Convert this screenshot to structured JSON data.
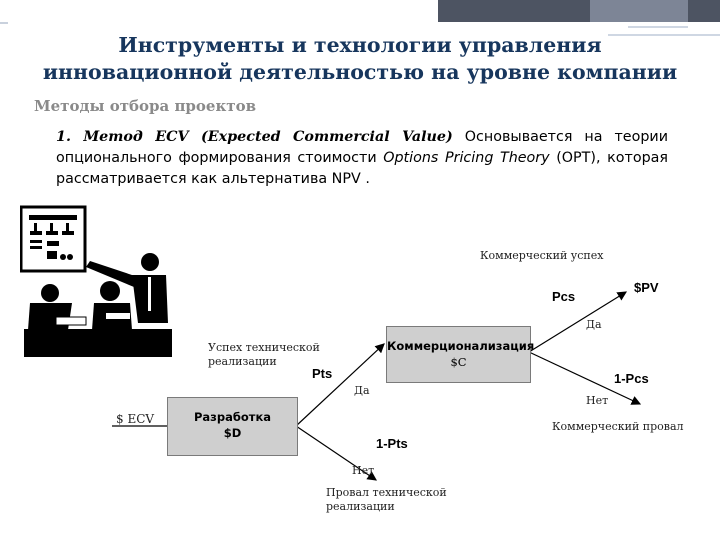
{
  "slide": {
    "title_line1": "Инструменты и технологии управления",
    "title_line2": "инновационной деятельностью на уровне компании",
    "subtitle": "Методы отбора проектов",
    "paragraph": {
      "lead": "1. Метод ECV (Expected Commercial Value)",
      "text1": " Основывается на теории опционального формирования стоимости ",
      "italic": "Options Pricing Theory",
      "text2": " (OPT), которая рассматривается как альтернатива NPV ."
    }
  },
  "diagram": {
    "start_label": "$ ECV",
    "dev_box": {
      "title": "Разработка",
      "value": "$D"
    },
    "comm_box": {
      "title": "Коммерционализация",
      "value": "$C"
    },
    "tech_success": {
      "line1": "Успех технической",
      "line2": "реализации"
    },
    "pts": "Pts",
    "yes1": "Да",
    "one_minus_pts": "1-Pts",
    "no1": "Нет",
    "tech_fail": {
      "line1": "Провал технической",
      "line2": "реализации"
    },
    "comm_success": "Коммерческий успех",
    "pcs": "Pcs",
    "pv": "$PV",
    "yes2": "Да",
    "one_minus_pcs": "1-Pcs",
    "no2": "Нет",
    "comm_fail": "Коммерческий провал"
  },
  "colors": {
    "title": "#17365d",
    "box_fill": "#cfcfcf",
    "deco_dark": "#4d5462",
    "deco_light": "#7d8596"
  }
}
